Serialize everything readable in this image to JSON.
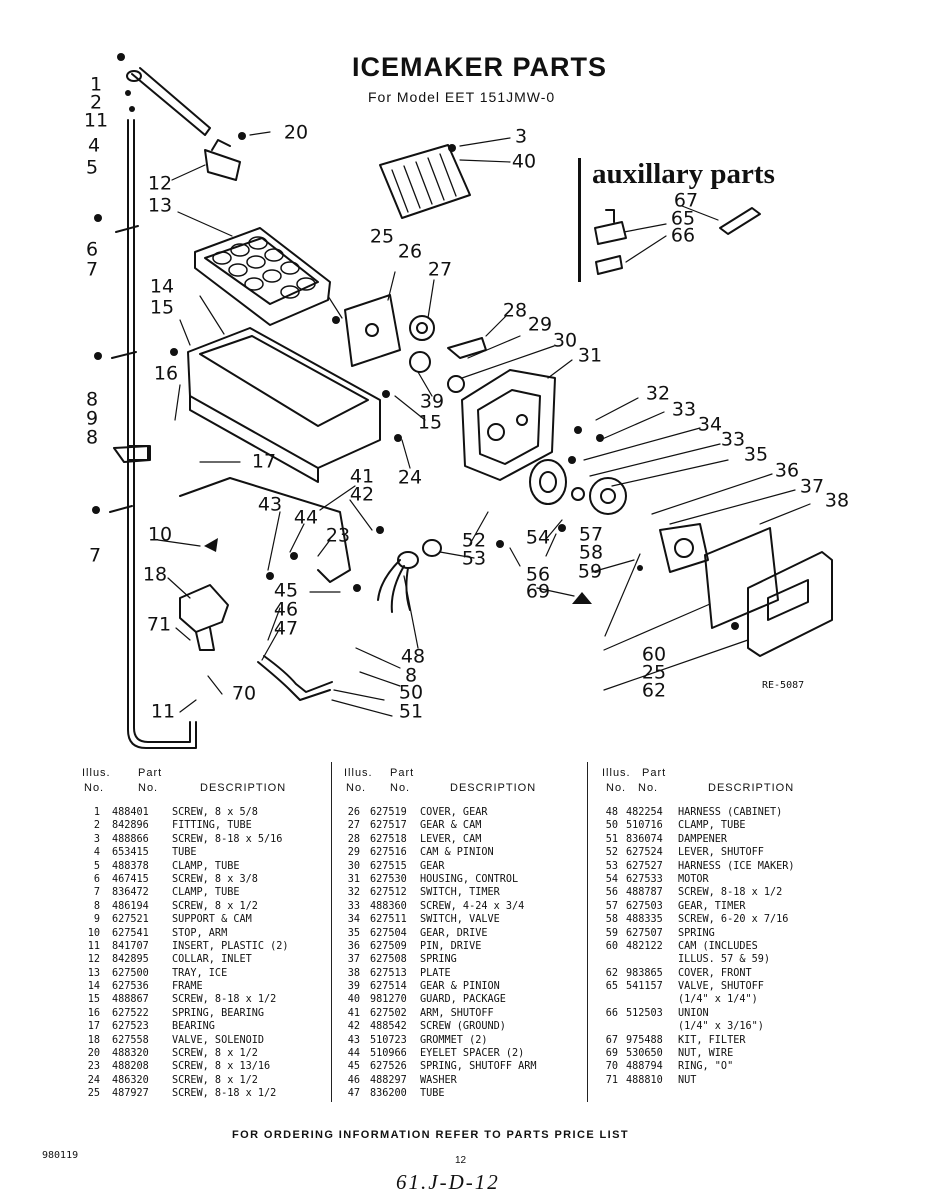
{
  "header": {
    "title": "ICEMAKER PARTS",
    "subtitle": "For Model EET 151JMW-0"
  },
  "aux": {
    "title": "auxillary parts"
  },
  "ref_number": "RE-5087",
  "callouts": [
    "1",
    "2",
    "11",
    "4",
    "5",
    "6",
    "7",
    "8",
    "9",
    "8",
    "7",
    "10",
    "18",
    "71",
    "11",
    "70",
    "12",
    "13",
    "14",
    "15",
    "16",
    "17",
    "20",
    "3",
    "40",
    "25",
    "26",
    "27",
    "28",
    "29",
    "30",
    "31",
    "39",
    "15",
    "24",
    "41",
    "42",
    "43",
    "44",
    "23",
    "45",
    "46",
    "47",
    "52",
    "53",
    "54",
    "57",
    "58",
    "56",
    "59",
    "69",
    "48",
    "8",
    "50",
    "51",
    "32",
    "33",
    "34",
    "33",
    "35",
    "36",
    "37",
    "38",
    "60",
    "25",
    "62",
    "67",
    "65",
    "66"
  ],
  "table": {
    "headers": {
      "illus": "Illus.",
      "part": "Part",
      "no1": "No.",
      "no2": "No.",
      "desc": "DESCRIPTION"
    },
    "columns": [
      [
        [
          "1",
          "488401",
          "SCREW, 8 x 5/8"
        ],
        [
          "2",
          "842896",
          "FITTING, TUBE"
        ],
        [
          "3",
          "488866",
          "SCREW, 8-18 x 5/16"
        ],
        [
          "4",
          "653415",
          "TUBE"
        ],
        [
          "5",
          "488378",
          "CLAMP, TUBE"
        ],
        [
          "6",
          "467415",
          "SCREW, 8 x 3/8"
        ],
        [
          "7",
          "836472",
          "CLAMP, TUBE"
        ],
        [
          "8",
          "486194",
          "SCREW, 8 x 1/2"
        ],
        [
          "9",
          "627521",
          "SUPPORT & CAM"
        ],
        [
          "10",
          "627541",
          "STOP, ARM"
        ],
        [
          "11",
          "841707",
          "INSERT, PLASTIC (2)"
        ],
        [
          "12",
          "842895",
          "COLLAR, INLET"
        ],
        [
          "13",
          "627500",
          "TRAY, ICE"
        ],
        [
          "14",
          "627536",
          "FRAME"
        ],
        [
          "15",
          "488867",
          "SCREW, 8-18 x 1/2"
        ],
        [
          "16",
          "627522",
          "SPRING, BEARING"
        ],
        [
          "17",
          "627523",
          "BEARING"
        ],
        [
          "18",
          "627558",
          "VALVE, SOLENOID"
        ],
        [
          "20",
          "488320",
          "SCREW, 8 x 1/2"
        ],
        [
          "23",
          "488208",
          "SCREW, 8 x 13/16"
        ],
        [
          "24",
          "486320",
          "SCREW, 8 x 1/2"
        ],
        [
          "25",
          "487927",
          "SCREW, 8-18 x 1/2"
        ]
      ],
      [
        [
          "26",
          "627519",
          "COVER, GEAR"
        ],
        [
          "27",
          "627517",
          "GEAR & CAM"
        ],
        [
          "28",
          "627518",
          "LEVER, CAM"
        ],
        [
          "29",
          "627516",
          "CAM & PINION"
        ],
        [
          "30",
          "627515",
          "GEAR"
        ],
        [
          "31",
          "627530",
          "HOUSING, CONTROL"
        ],
        [
          "32",
          "627512",
          "SWITCH, TIMER"
        ],
        [
          "33",
          "488360",
          "SCREW, 4-24 x 3/4"
        ],
        [
          "34",
          "627511",
          "SWITCH, VALVE"
        ],
        [
          "35",
          "627504",
          "GEAR, DRIVE"
        ],
        [
          "36",
          "627509",
          "PIN, DRIVE"
        ],
        [
          "37",
          "627508",
          "SPRING"
        ],
        [
          "38",
          "627513",
          "PLATE"
        ],
        [
          "39",
          "627514",
          "GEAR & PINION"
        ],
        [
          "40",
          "981270",
          "GUARD, PACKAGE"
        ],
        [
          "41",
          "627502",
          "ARM, SHUTOFF"
        ],
        [
          "42",
          "488542",
          "SCREW (GROUND)"
        ],
        [
          "43",
          "510723",
          "GROMMET (2)"
        ],
        [
          "44",
          "510966",
          "EYELET SPACER (2)"
        ],
        [
          "45",
          "627526",
          "SPRING, SHUTOFF ARM"
        ],
        [
          "46",
          "488297",
          "WASHER"
        ],
        [
          "47",
          "836200",
          "TUBE"
        ]
      ],
      [
        [
          "48",
          "482254",
          "HARNESS (CABINET)"
        ],
        [
          "50",
          "510716",
          "CLAMP, TUBE"
        ],
        [
          "51",
          "836074",
          "DAMPENER"
        ],
        [
          "52",
          "627524",
          "LEVER, SHUTOFF"
        ],
        [
          "53",
          "627527",
          "HARNESS (ICE MAKER)"
        ],
        [
          "54",
          "627533",
          "MOTOR"
        ],
        [
          "56",
          "488787",
          "SCREW, 8-18 x 1/2"
        ],
        [
          "57",
          "627503",
          "GEAR, TIMER"
        ],
        [
          "58",
          "488335",
          "SCREW, 6-20 x 7/16"
        ],
        [
          "59",
          "627507",
          "SPRING"
        ],
        [
          "60",
          "482122",
          "CAM (INCLUDES"
        ],
        [
          "",
          "",
          "ILLUS. 57 & 59)"
        ],
        [
          "62",
          "983865",
          "COVER, FRONT"
        ],
        [
          "65",
          "541157",
          "VALVE, SHUTOFF"
        ],
        [
          "",
          "",
          "(1/4\" x 1/4\")"
        ],
        [
          "66",
          "512503",
          "UNION"
        ],
        [
          "",
          "",
          "(1/4\" x 3/16\")"
        ],
        [
          "67",
          "975488",
          "KIT, FILTER"
        ],
        [
          "69",
          "530650",
          "NUT, WIRE"
        ],
        [
          "70",
          "488794",
          "RING, \"O\""
        ],
        [
          "71",
          "488810",
          "NUT"
        ]
      ]
    ]
  },
  "footer": "FOR ORDERING INFORMATION REFER TO PARTS PRICE LIST",
  "publication": "980119",
  "page_number": "12",
  "handwritten": "61.J-D-12"
}
